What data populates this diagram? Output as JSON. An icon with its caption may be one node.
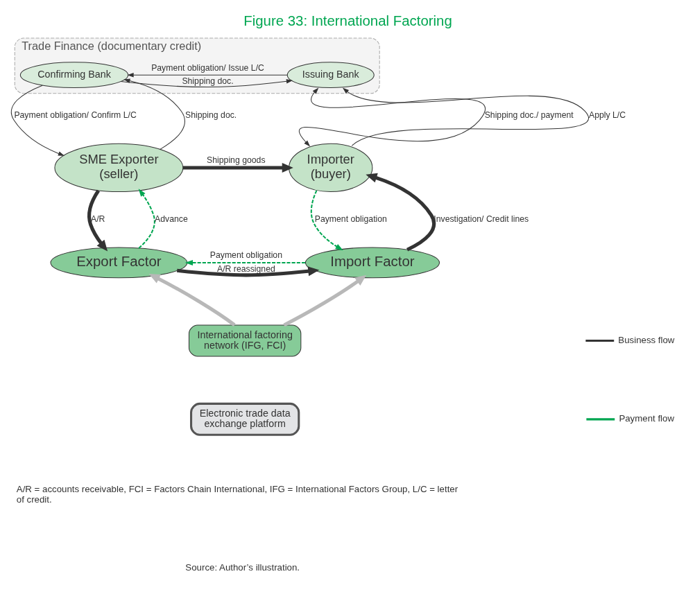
{
  "diagram": {
    "title": "Figure 33: International Factoring",
    "nodes": [
      {
        "text": [
          "Trade Finance (documentary credit)"
        ]
      },
      {
        "text": [
          "Confirming Bank"
        ],
        "in": 0
      },
      {
        "text": [
          "Issuing Bank"
        ],
        "in": 0
      },
      {
        "text": [
          "SME Exporter",
          "(seller)"
        ]
      },
      {
        "text": [
          "Importer",
          "(buyer)"
        ]
      },
      {
        "text": [
          "Export Factor"
        ]
      },
      {
        "text": [
          "Import Factor"
        ]
      },
      {
        "text": [
          "International factoring network (IFG, FCI)"
        ]
      },
      {
        "text": [
          "Electronic trade data exchange platform"
        ]
      }
    ],
    "edges": [
      {
        "from": 2,
        "to": 1,
        "arrow": "to",
        "label": "Payment obligation/ Issue L/C"
      },
      {
        "from": 1,
        "to": 2,
        "arrow": "to",
        "label": "Shipping doc."
      },
      {
        "from": 1,
        "to": 3,
        "arrow": "to",
        "label": "Payment obligation/ Confirm L/C"
      },
      {
        "from": 3,
        "to": 1,
        "arrow": "to",
        "label": "Shipping doc."
      },
      {
        "from": 4,
        "to": 2,
        "arrow": "both",
        "label": "Shipping doc./ payment"
      },
      {
        "from": 4,
        "to": 2,
        "arrow": "to",
        "label": "Apply L/C"
      },
      {
        "from": 3,
        "to": 4,
        "arrow": "to",
        "label": "Shipping goods",
        "style": "thick"
      },
      {
        "from": 3,
        "to": 5,
        "arrow": "to",
        "label": "A/R",
        "style": "thick"
      },
      {
        "from": 5,
        "to": 3,
        "arrow": "to",
        "label": "Advance",
        "style": "dashed",
        "color": "#00a651"
      },
      {
        "from": 4,
        "to": 6,
        "arrow": "to",
        "label": "Payment obligation",
        "style": "dashed",
        "color": "#00a651"
      },
      {
        "from": 6,
        "to": 4,
        "arrow": "to",
        "label": "Investigation/ Credit lines",
        "style": "thick"
      },
      {
        "from": 6,
        "to": 5,
        "arrow": "to",
        "label": "Payment obligation",
        "style": "dashed",
        "color": "#00a651"
      },
      {
        "from": 5,
        "to": 6,
        "arrow": "to",
        "label": "A/R reassigned",
        "style": "thick"
      },
      {
        "from": 7,
        "to": 5,
        "arrow": "to",
        "style": "thick",
        "color": "#b8b8b8"
      },
      {
        "from": 7,
        "to": 6,
        "arrow": "to",
        "style": "thick",
        "color": "#b8b8b8"
      }
    ],
    "labels": [
      "A/R = accounts receivable, FCI = Factors Chain International, IFG = International Factors Group, L/C = letter of credit.",
      "Source: Author’s illustration."
    ],
    "legend": [
      {
        "text": "Business flow"
      },
      {
        "text": "Payment flow"
      }
    ]
  }
}
